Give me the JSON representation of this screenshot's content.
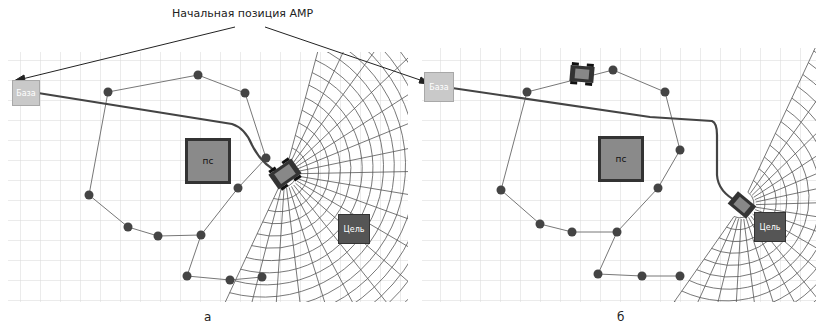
{
  "diagram": {
    "nodes": [
      {
        "text": [
          "База"
        ]
      },
      {
        "text": [
          "пс"
        ]
      },
      {
        "text": [
          "Цель"
        ]
      },
      {
        "text": [
          "База"
        ]
      },
      {
        "text": [
          "пс"
        ]
      },
      {
        "text": [
          "Цель"
        ]
      }
    ],
    "labels": [
      "Начальная позиция АМР",
      "а",
      "б"
    ]
  }
}
